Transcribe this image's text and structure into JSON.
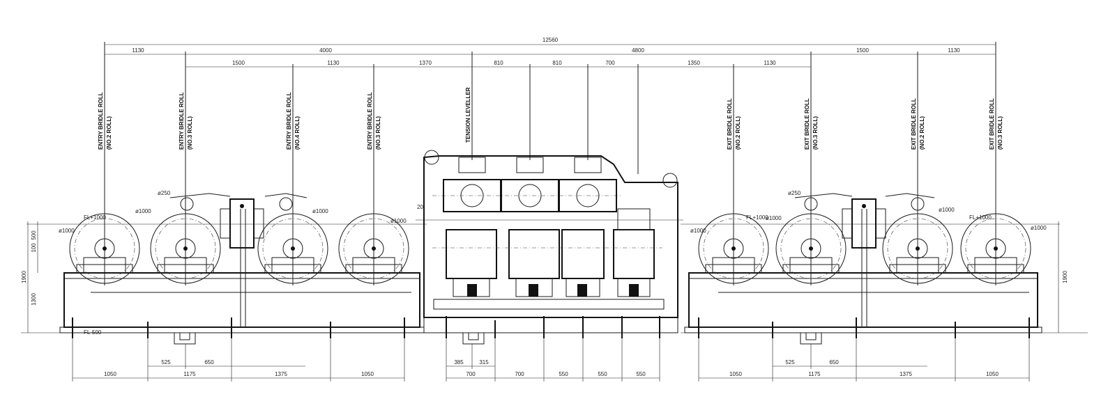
{
  "drawing": {
    "overall_dimension": "12560",
    "upper_dimensions_row1": [
      "1130",
      "4000",
      "4800",
      "1500",
      "1130"
    ],
    "upper_dimensions_row2": [
      "1500",
      "1130",
      "1370",
      "810",
      "810",
      "700",
      "1350",
      "1130"
    ],
    "roll_labels": [
      [
        "ENTRY BRIDLE ROLL",
        "(NO.2 ROLL)"
      ],
      [
        "ENTRY BRIDLE ROLL",
        "(NO.3 ROLL)"
      ],
      [
        "ENTRY BRIDLE ROLL",
        "(NO.4 ROLL)"
      ],
      [
        "ENTRY BRIDLE ROLL",
        "(NO.3 ROLL)"
      ],
      [
        "TENSION LEVELLER",
        ""
      ],
      [
        "EXIT BRIDLE ROLL",
        "(NO.2 ROLL)"
      ],
      [
        "EXIT BRIDLE ROLL",
        "(NO.3 ROLL)"
      ],
      [
        "EXIT BRIDLE ROLL",
        "(NO.2 ROLL)"
      ],
      [
        "EXIT BRIDLE ROLL",
        "(NO.3 ROLL)"
      ]
    ],
    "floor_levels": {
      "left_top": "FL+1000",
      "left_bottom": "FL-500",
      "right_1": "FL+1000",
      "right_2": "FL+1000"
    },
    "diameters": {
      "roll": "ø1000",
      "small_roll": "ø250"
    },
    "side_dimensions": {
      "left": [
        "500",
        "100",
        "1300",
        "1900"
      ],
      "right": "1900",
      "center_small": "20"
    },
    "bottom_left": {
      "inner": [
        "525",
        "650"
      ],
      "outer": [
        "1050",
        "1175",
        "1375",
        "1050"
      ]
    },
    "bottom_center": {
      "inner": [
        "385",
        "315"
      ],
      "outer": [
        "700",
        "700",
        "550",
        "550",
        "550"
      ]
    },
    "bottom_right": {
      "inner": [
        "525",
        "650"
      ],
      "outer": [
        "1050",
        "1175",
        "1375",
        "1050"
      ]
    }
  }
}
